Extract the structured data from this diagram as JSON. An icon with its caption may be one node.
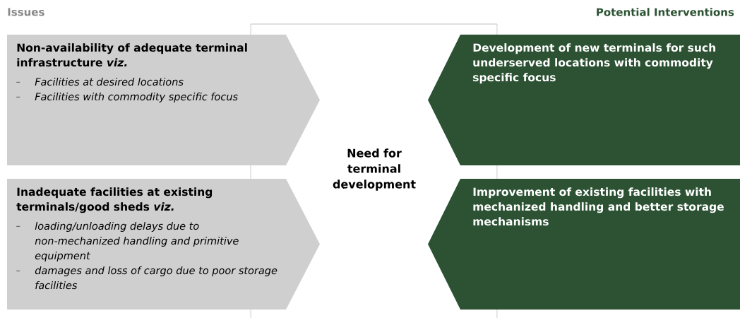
{
  "diagram": {
    "nodes": [
      {
        "text": [
          "Non-availability of adequate terminal infrastructure *viz.*",
          "Facilities at desired locations",
          "Facilities with commodity specific focus"
        ]
      },
      {
        "text": [
          "Inadequate facilities at existing terminals/good sheds *viz.*",
          "loading/unloading delays due to non-mechanized handling and primitive equipment",
          "damages and loss of cargo due to poor storage facilities"
        ]
      },
      {
        "text": [
          "Need for terminal development"
        ]
      },
      {
        "text": [
          "Development of new terminals for such underserved locations with commodity specific focus"
        ]
      },
      {
        "text": [
          "Improvement of existing facilities with mechanized handling and better storage mechanisms"
        ]
      }
    ],
    "labels": [
      "Issues",
      "Potential Interventions"
    ]
  }
}
